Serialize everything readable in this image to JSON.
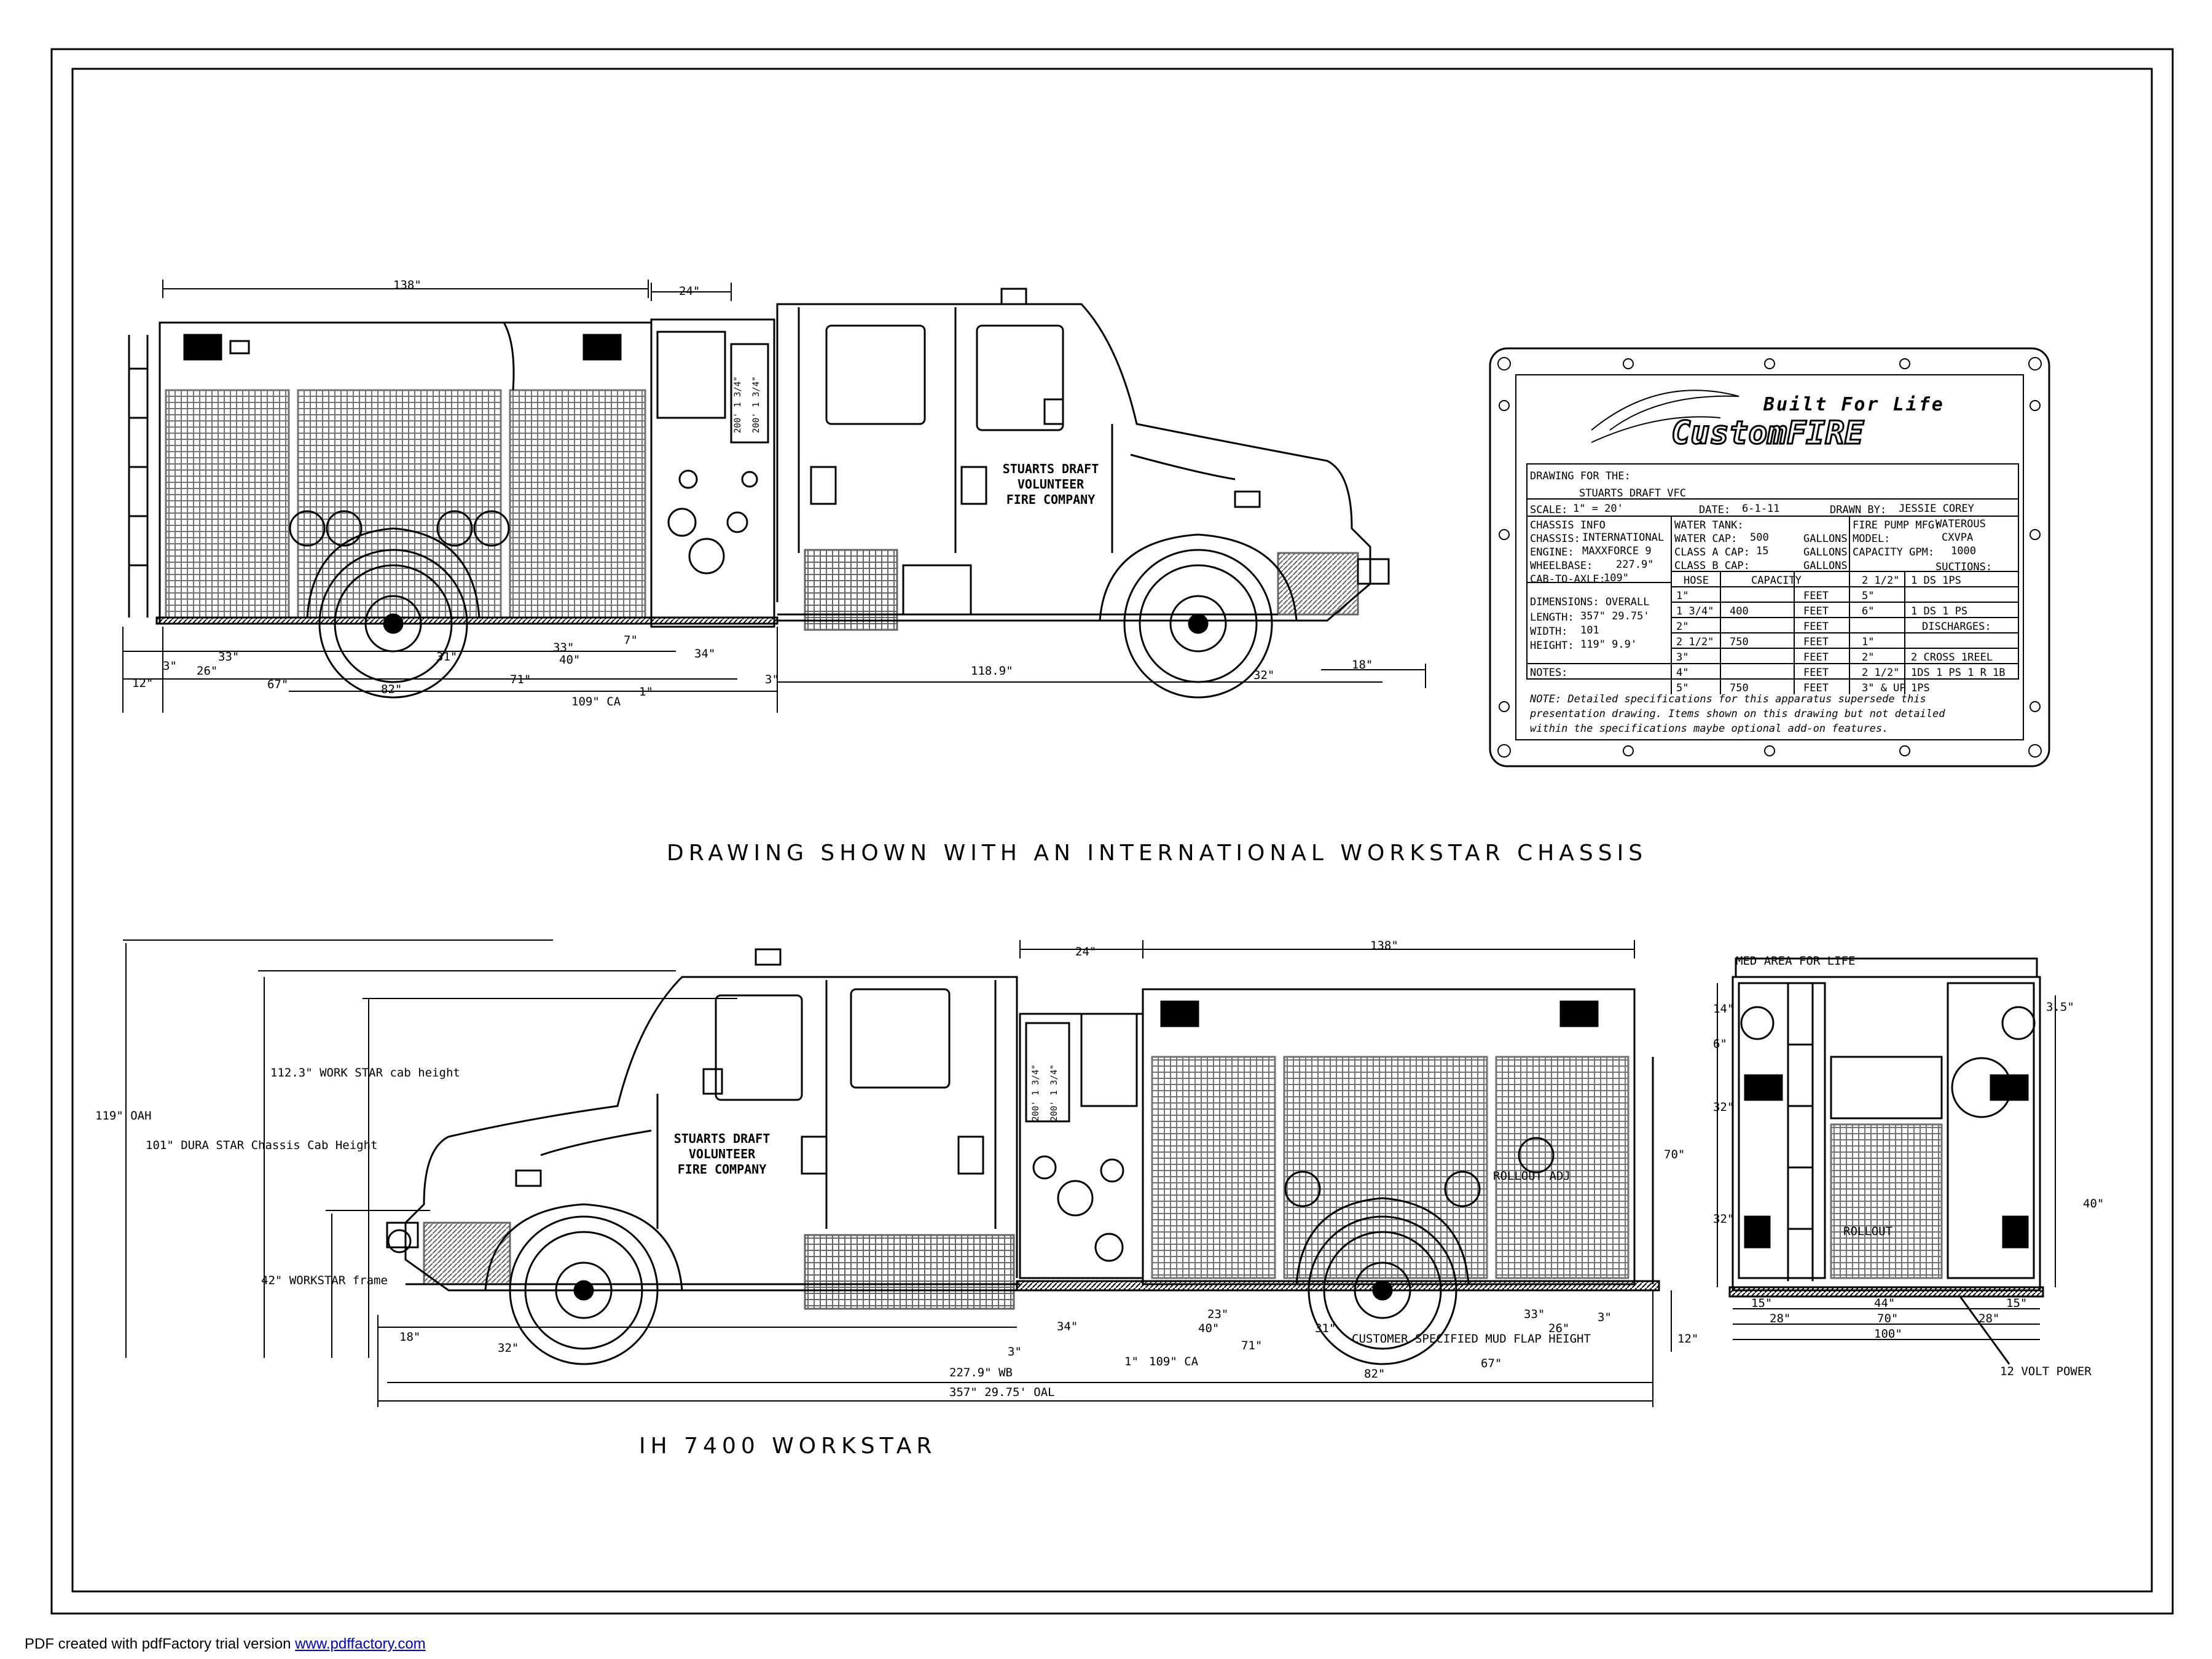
{
  "captions": {
    "top": "DRAWING SHOWN WITH AN INTERNATIONAL WORKSTAR CHASSIS",
    "bottom": "IH 7400 WORKSTAR"
  },
  "footer": {
    "prefix": "PDF created with pdfFactory trial version ",
    "link": "www.pdffactory.com"
  },
  "door_text": [
    "STUARTS DRAFT",
    "VOLUNTEER",
    "FIRE COMPANY"
  ],
  "pump_panel_text": [
    "200' 1 3/4\"",
    "200' 1 3/4\""
  ],
  "labels": {
    "rollout": "ROLLOUT",
    "rollout_adj": "ROLLOUT ADJ",
    "mud_flap": "CUSTOMER SPECIFIED MUD FLAP HEIGHT",
    "rear_top_left": "MED AREA FOR LIFE",
    "rear_bottom": "12 VOLT POWER"
  },
  "title_block": {
    "tagline": "Built For Life",
    "logo": "CustomFIRE",
    "drawing_for_label": "DRAWING FOR THE:",
    "drawing_for": "STUARTS DRAFT VFC",
    "scale_label": "SCALE:",
    "scale": "1\" = 20'",
    "date_label": "DATE:",
    "date": "6-1-11",
    "drawn_by_label": "DRAWN BY:",
    "drawn_by": "JESSIE COREY",
    "chassis_info": "CHASSIS INFO",
    "chassis_label": "CHASSIS:",
    "chassis": "INTERNATIONAL",
    "engine_label": "ENGINE:",
    "engine": "MAXXFORCE 9",
    "wheelbase_label": "WHEELBASE:",
    "wheelbase": "227.9\"",
    "cab_axle_label": "CAB-TO-AXLE:",
    "cab_axle": "109\"",
    "dims_label": "DIMENSIONS: OVERALL",
    "length_label": "LENGTH:",
    "length": "357\" 29.75'",
    "width_label": "WIDTH:",
    "width": "101",
    "height_label": "HEIGHT:",
    "height": "119\" 9.9'",
    "notes_label": "NOTES:",
    "water_tank": "WATER TANK:",
    "water_cap_label": "WATER CAP:",
    "water_cap": "500",
    "class_a_label": "CLASS A CAP:",
    "class_a": "15",
    "class_b_label": "CLASS B CAP:",
    "gallons": "GALLONS",
    "hose": "HOSE",
    "capacity": "CAPACITY",
    "hose_rows": [
      {
        "size": "1\"",
        "cap": "",
        "unit": "FEET"
      },
      {
        "size": "1 3/4\"",
        "cap": "400",
        "unit": "FEET"
      },
      {
        "size": "2\"",
        "cap": "",
        "unit": "FEET"
      },
      {
        "size": "2 1/2\"",
        "cap": "750",
        "unit": "FEET"
      },
      {
        "size": "3\"",
        "cap": "",
        "unit": "FEET"
      },
      {
        "size": "4\"",
        "cap": "",
        "unit": "FEET"
      },
      {
        "size": "5\"",
        "cap": "750",
        "unit": "FEET"
      }
    ],
    "pump_mfg_label": "FIRE PUMP MFG:",
    "pump_mfg": "WATEROUS",
    "model_label": "MODEL:",
    "model": "CXVPA",
    "gpm_label": "CAPACITY GPM:",
    "gpm": "1000",
    "suctions": "SUCTIONS:",
    "suction_rows": [
      {
        "size": "2 1/2\"",
        "desc": "1 DS 1PS"
      },
      {
        "size": "5\"",
        "desc": ""
      },
      {
        "size": "6\"",
        "desc": "1 DS 1 PS"
      }
    ],
    "discharges": "DISCHARGES:",
    "discharge_rows": [
      {
        "size": "1\"",
        "desc": ""
      },
      {
        "size": "2\"",
        "desc": "2 CROSS 1REEL"
      },
      {
        "size": "2 1/2\"",
        "desc": "1DS  1 PS 1 R 1B"
      },
      {
        "size": "3\" & UP",
        "desc": "1PS"
      }
    ],
    "note": [
      "NOTE:  Detailed specifications for this apparatus supersede this",
      "presentation drawing.  Items shown on this drawing but not detailed",
      "within the specifications maybe optional add-on features."
    ]
  },
  "dims_top": {
    "overall_body": "138\"",
    "pump_panel": "24\"",
    "d3": "3\"",
    "d12": "12\"",
    "d33": "33\"",
    "d26": "26\"",
    "d67": "67\"",
    "d31": "31\"",
    "d82": "82\"",
    "d71": "71\"",
    "d33b": "33\"",
    "d40": "40\"",
    "d7": "7\"",
    "d34": "34\"",
    "d1": "1\"",
    "d109": "109\" CA",
    "d3b": "3\"",
    "d118": "118.9\"",
    "d32": "32\"",
    "d18": "18\""
  },
  "dims_bottom": {
    "oah": "119\" OAH",
    "cab_ws": "112.3\" WORK STAR cab height",
    "cab_ds": "101\" DURA STAR Chassis Cab Height",
    "frame": "42\" WORKSTAR frame",
    "d24": "24\"",
    "d138": "138\"",
    "d18": "18\"",
    "d32": "32\"",
    "d3": "3\"",
    "d34": "34\"",
    "d1": "1\"",
    "d40": "40\"",
    "d23": "23\"",
    "d31": "31\"",
    "d33": "33\"",
    "d26": "26\"",
    "d3b": "3\"",
    "d109": "109\" CA",
    "d71": "71\"",
    "d82": "82\"",
    "d67": "67\"",
    "d12": "12\"",
    "wb": "227.9\" WB",
    "oal": "357\" 29.75' OAL"
  },
  "dims_rear": {
    "d14": "14\"",
    "d6": "6\"",
    "d32": "32\"",
    "d70": "70\"",
    "d32b": "32\"",
    "d35": "3.5\"",
    "d40": "40\"",
    "d15": "15\"",
    "d28": "28\"",
    "d44": "44\"",
    "d70b": "70\"",
    "d100": "100\"",
    "d15b": "15\"",
    "d28b": "28\""
  }
}
